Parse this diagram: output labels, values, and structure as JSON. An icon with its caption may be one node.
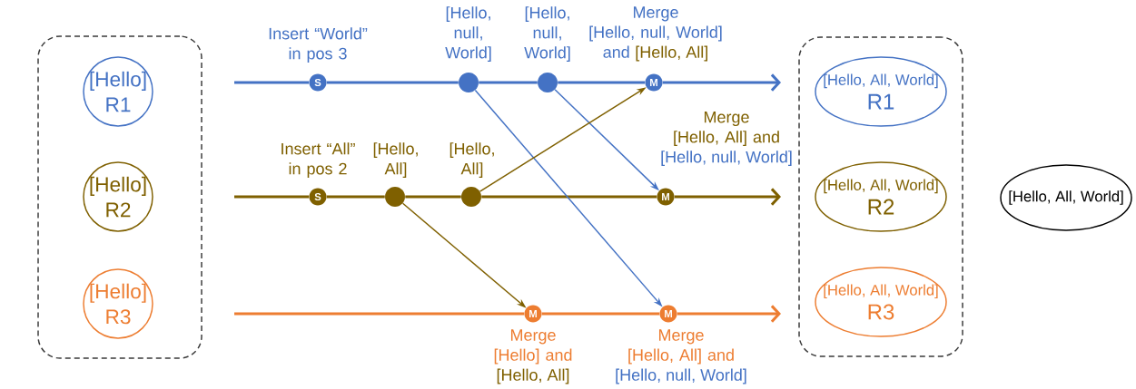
{
  "diagram": {
    "nodes": [
      {
        "text": [],
        "shape": "box"
      },
      {
        "text": [
          "[Hello]",
          "R1"
        ],
        "in": 0
      },
      {
        "text": [
          "[Hello]",
          "R2"
        ],
        "in": 0
      },
      {
        "text": [
          "[Hello]",
          "R3"
        ],
        "in": 0
      },
      {
        "text": [
          "S"
        ],
        "beside": [
          "Insert “World” in pos 3"
        ]
      },
      {
        "text": [],
        "shape": "circle",
        "beside": [
          "[Hello, null, World]"
        ]
      },
      {
        "text": [],
        "shape": "circle",
        "beside": [
          "[Hello, null, World]"
        ]
      },
      {
        "text": [
          "M"
        ],
        "beside": [
          "Merge [Hello, null, World]",
          "and",
          "[Hello, All]"
        ]
      },
      {
        "text": [
          "S"
        ],
        "beside": [
          "Insert “All” in pos 2"
        ]
      },
      {
        "text": [],
        "shape": "circle",
        "beside": [
          "[Hello, All]"
        ]
      },
      {
        "text": [],
        "shape": "circle",
        "beside": [
          "[Hello, All]"
        ]
      },
      {
        "text": [
          "M"
        ],
        "beside": [
          "Merge [Hello, All] and",
          "[Hello, null, World]"
        ]
      },
      {
        "text": [
          "M"
        ],
        "beside": [
          "Merge [Hello] and",
          "[Hello, All]"
        ]
      },
      {
        "text": [
          "M"
        ],
        "beside": [
          "Merge [Hello, All] and",
          "[Hello, null, World]"
        ]
      },
      {
        "text": [],
        "shape": "box"
      },
      {
        "text": [
          "[Hello, All, World]",
          "R1"
        ],
        "in": 14
      },
      {
        "text": [
          "[Hello, All, World]",
          "R2"
        ],
        "in": 14
      },
      {
        "text": [
          "[Hello, All, World]",
          "R3"
        ],
        "in": 14
      },
      {
        "text": [
          "[Hello, All, World]"
        ]
      }
    ],
    "edges": [
      {
        "from": null,
        "to": 4,
        "arrow": "none",
        "color": "#4472c4"
      },
      {
        "from": 4,
        "to": 5,
        "arrow": "none",
        "color": "#4472c4"
      },
      {
        "from": 5,
        "to": 6,
        "arrow": "none",
        "color": "#4472c4"
      },
      {
        "from": 6,
        "to": 7,
        "arrow": "none",
        "color": "#4472c4"
      },
      {
        "from": 7,
        "to": null,
        "arrow": "to",
        "color": "#4472c4"
      },
      {
        "from": null,
        "to": 8,
        "arrow": "none",
        "color": "#7f6000"
      },
      {
        "from": 8,
        "to": 9,
        "arrow": "none",
        "color": "#7f6000"
      },
      {
        "from": 9,
        "to": 10,
        "arrow": "none",
        "color": "#7f6000"
      },
      {
        "from": 10,
        "to": 11,
        "arrow": "none",
        "color": "#7f6000"
      },
      {
        "from": 11,
        "to": null,
        "arrow": "to",
        "color": "#7f6000"
      },
      {
        "from": null,
        "to": 12,
        "arrow": "none",
        "color": "#ed7d31"
      },
      {
        "from": 12,
        "to": 13,
        "arrow": "none",
        "color": "#ed7d31"
      },
      {
        "from": 13,
        "to": null,
        "arrow": "to",
        "color": "#ed7d31"
      },
      {
        "from": 5,
        "to": 13,
        "arrow": "to",
        "color": "#4472c4"
      },
      {
        "from": 6,
        "to": 11,
        "arrow": "to",
        "color": "#4472c4"
      },
      {
        "from": 10,
        "to": 7,
        "arrow": "to",
        "color": "#7f6000"
      },
      {
        "from": 9,
        "to": 12,
        "arrow": "to",
        "color": "#7f6000"
      }
    ]
  }
}
